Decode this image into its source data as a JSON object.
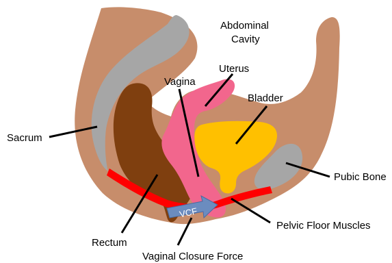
{
  "labels": {
    "abdominal_line1": "Abdominal",
    "abdominal_line2": "Cavity",
    "uterus": "Uterus",
    "vagina": "Vagina",
    "bladder": "Bladder",
    "sacrum": "Sacrum",
    "pubic_bone": "Pubic Bone",
    "rectum": "Rectum",
    "pelvic_floor": "Pelvic Floor Muscles",
    "vcf_full": "Vaginal Closure Force",
    "vcf_abbrev": "VCF"
  },
  "colors": {
    "tissue": "#c78d6b",
    "bone": "#a6a6a6",
    "rectum": "#7f3f0f",
    "uterus_vagina": "#f2668d",
    "bladder": "#ffc000",
    "muscle": "#ff0000",
    "arrow": "#6b8cbf"
  }
}
